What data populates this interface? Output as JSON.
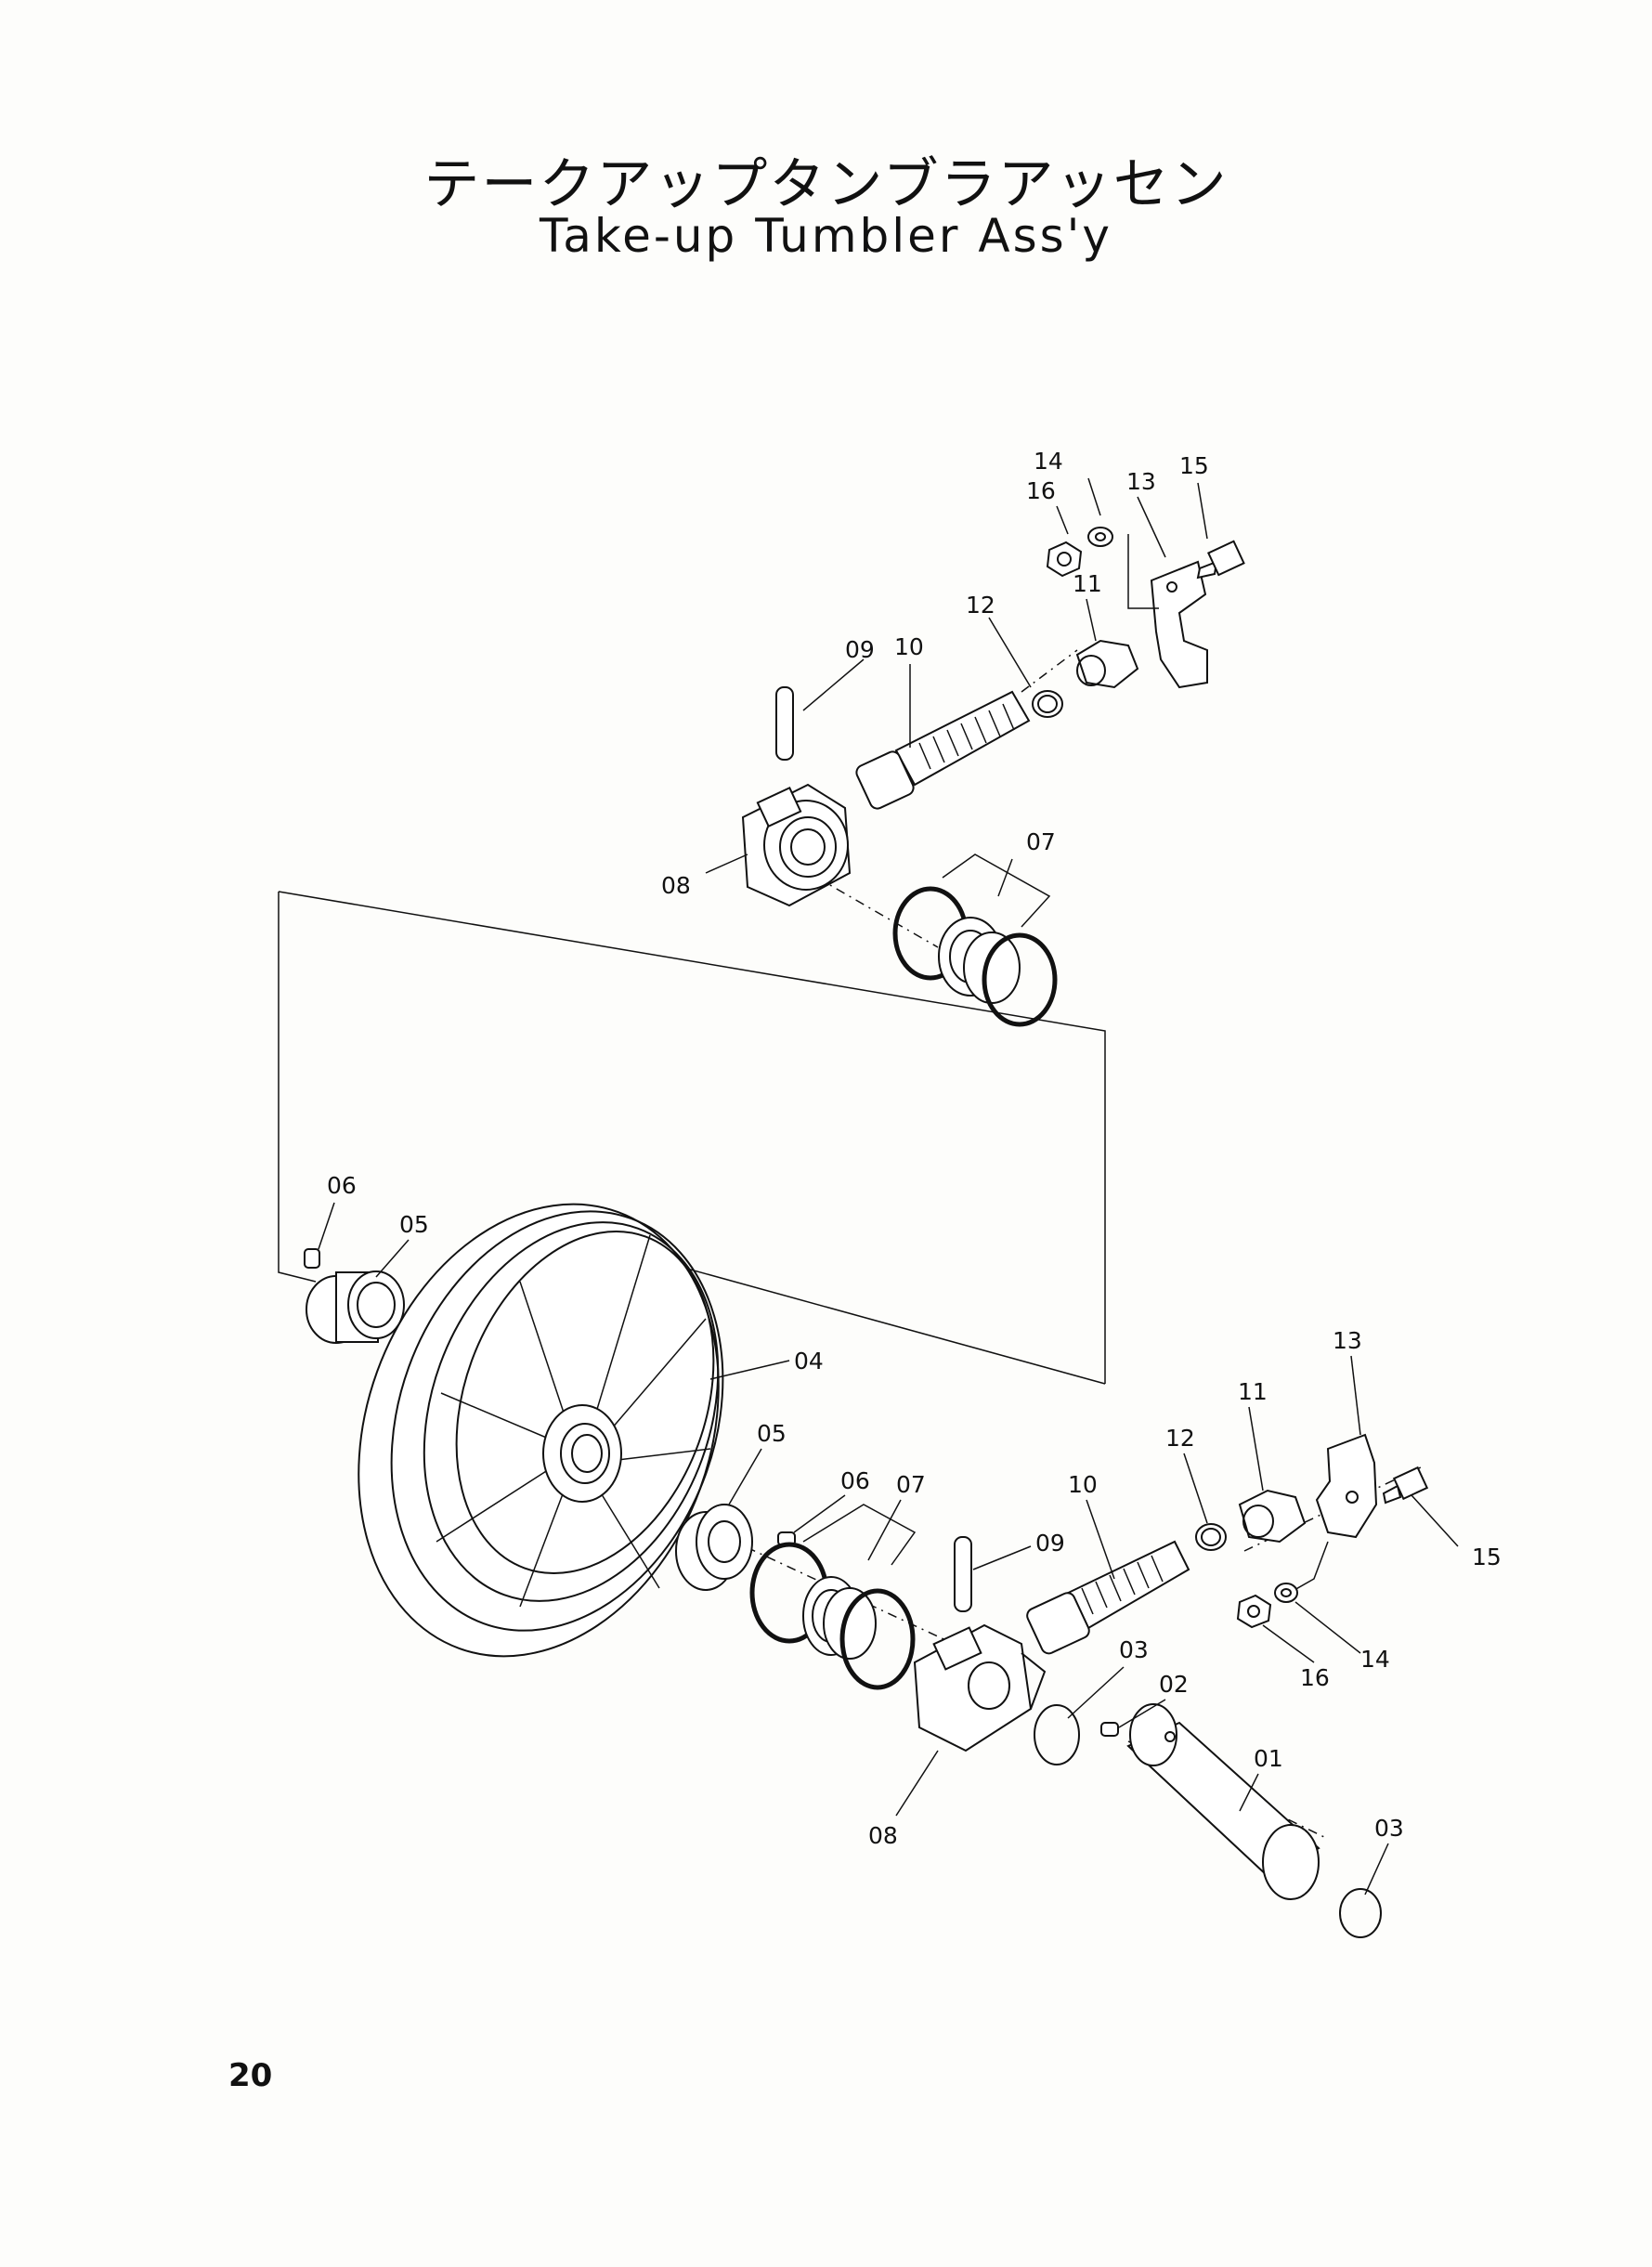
{
  "header": {
    "title_jp": "テークアップタンブラアッセン",
    "title_en": "Take-up Tumbler Ass'y"
  },
  "footer": {
    "page_number": "20"
  },
  "callouts": {
    "upper": {
      "c14": "14",
      "c16": "16",
      "c13": "13",
      "c15": "15",
      "c11": "11",
      "c12": "12",
      "c09": "09",
      "c10": "10",
      "c07": "07",
      "c08": "08"
    },
    "lower": {
      "c06a": "06",
      "c05a": "05",
      "c04": "04",
      "c05b": "05",
      "c06b": "06",
      "c07": "07",
      "c09": "09",
      "c10": "10",
      "c12": "12",
      "c11": "11",
      "c13": "13",
      "c15": "15",
      "c14": "14",
      "c16": "16",
      "c03a": "03",
      "c02": "02",
      "c01": "01",
      "c08": "08",
      "c03b": "03"
    }
  }
}
